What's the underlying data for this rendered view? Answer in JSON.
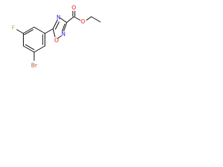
{
  "structure": {
    "atoms": [
      {
        "id": "F",
        "label": "F",
        "color": "#8fbc3a"
      },
      {
        "id": "Br",
        "label": "Br",
        "color": "#b5551c"
      },
      {
        "id": "O1",
        "label": "O",
        "color": "#e4000b"
      },
      {
        "id": "N2",
        "label": "N",
        "color": "#1a1ae6"
      },
      {
        "id": "N4",
        "label": "N",
        "color": "#1a1ae6"
      },
      {
        "id": "Oc1",
        "label": "O",
        "color": "#e4000b"
      },
      {
        "id": "Oc2",
        "label": "O",
        "color": "#e4000b"
      }
    ],
    "bond_color": "#000000"
  }
}
